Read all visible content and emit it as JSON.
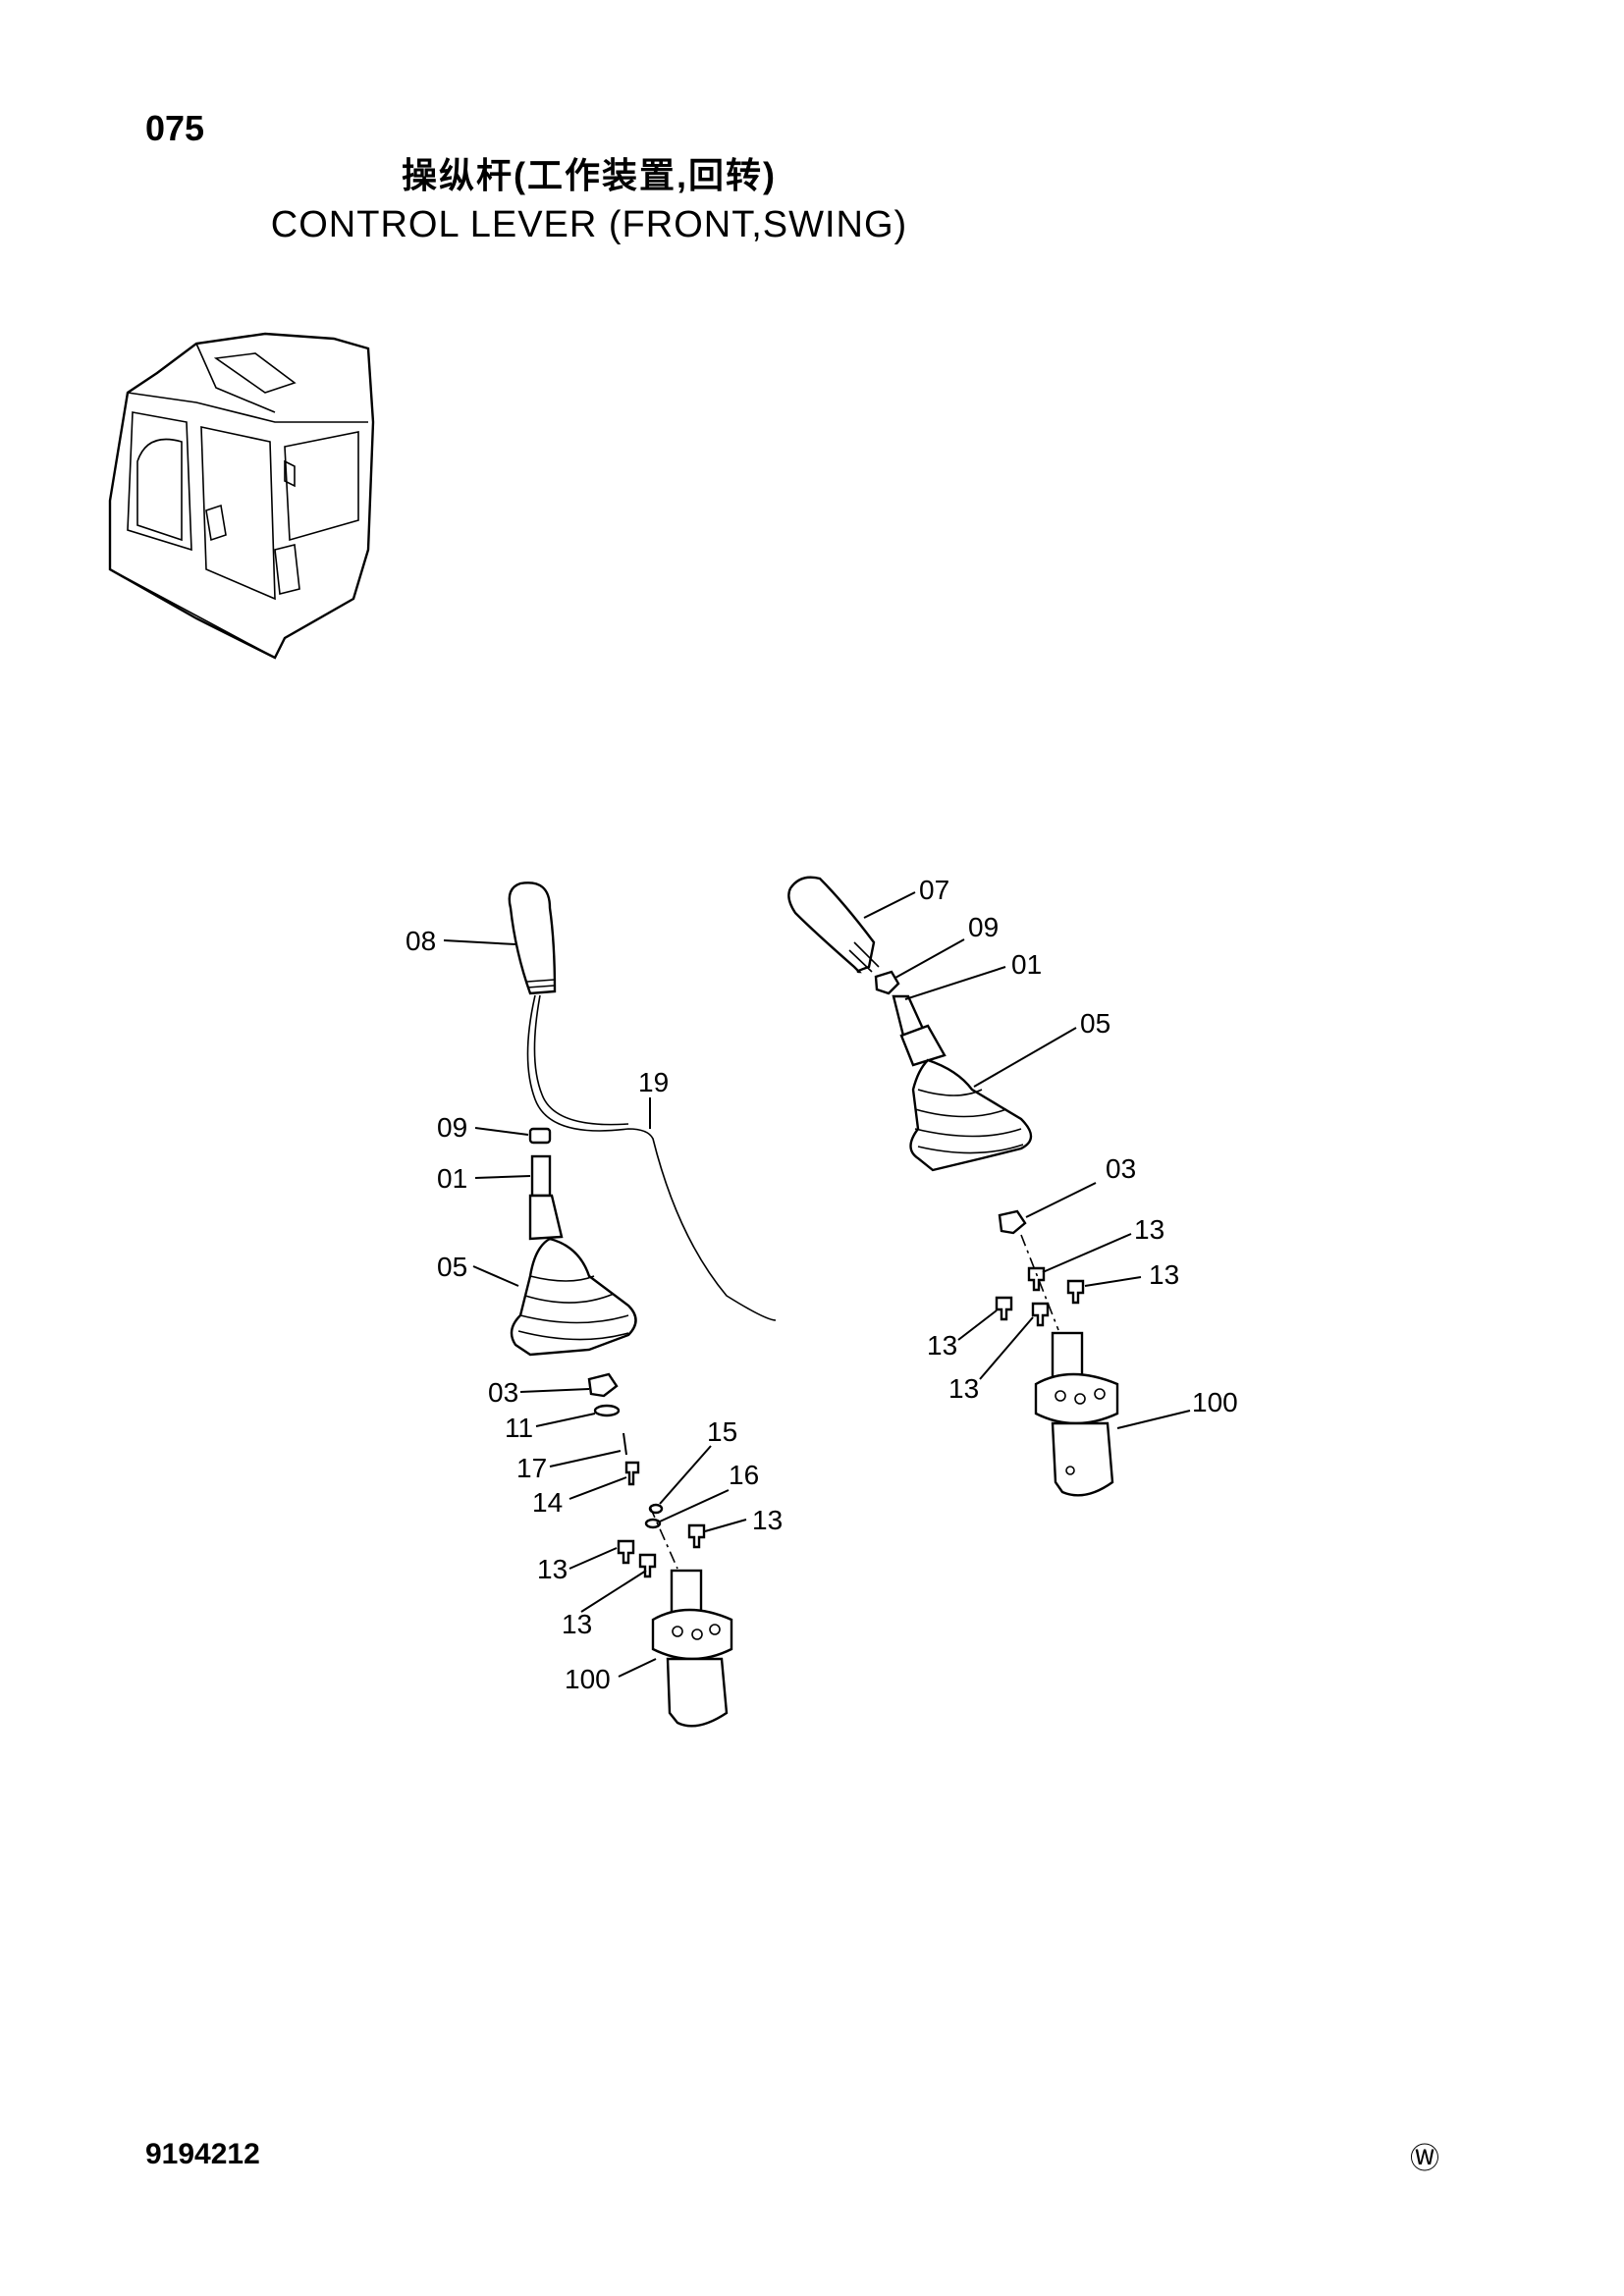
{
  "header": {
    "page_number": "075",
    "title_cn": "操纵杆(工作装置,回转)",
    "title_en": "CONTROL LEVER (FRONT,SWING)"
  },
  "footer": {
    "code": "9194212",
    "mark": "Ⓦ"
  },
  "callouts": {
    "left_assembly": {
      "c08": "08",
      "c09": "09",
      "c01": "01",
      "c05": "05",
      "c19": "19",
      "c03": "03",
      "c11": "11",
      "c17": "17",
      "c14": "14",
      "c15": "15",
      "c16": "16",
      "c13a": "13",
      "c13b": "13",
      "c13c": "13",
      "c100": "100"
    },
    "right_assembly": {
      "c07": "07",
      "c09": "09",
      "c01": "01",
      "c05": "05",
      "c03": "03",
      "c13a": "13",
      "c13b": "13",
      "c13c": "13",
      "c13d": "13",
      "c100": "100"
    }
  }
}
